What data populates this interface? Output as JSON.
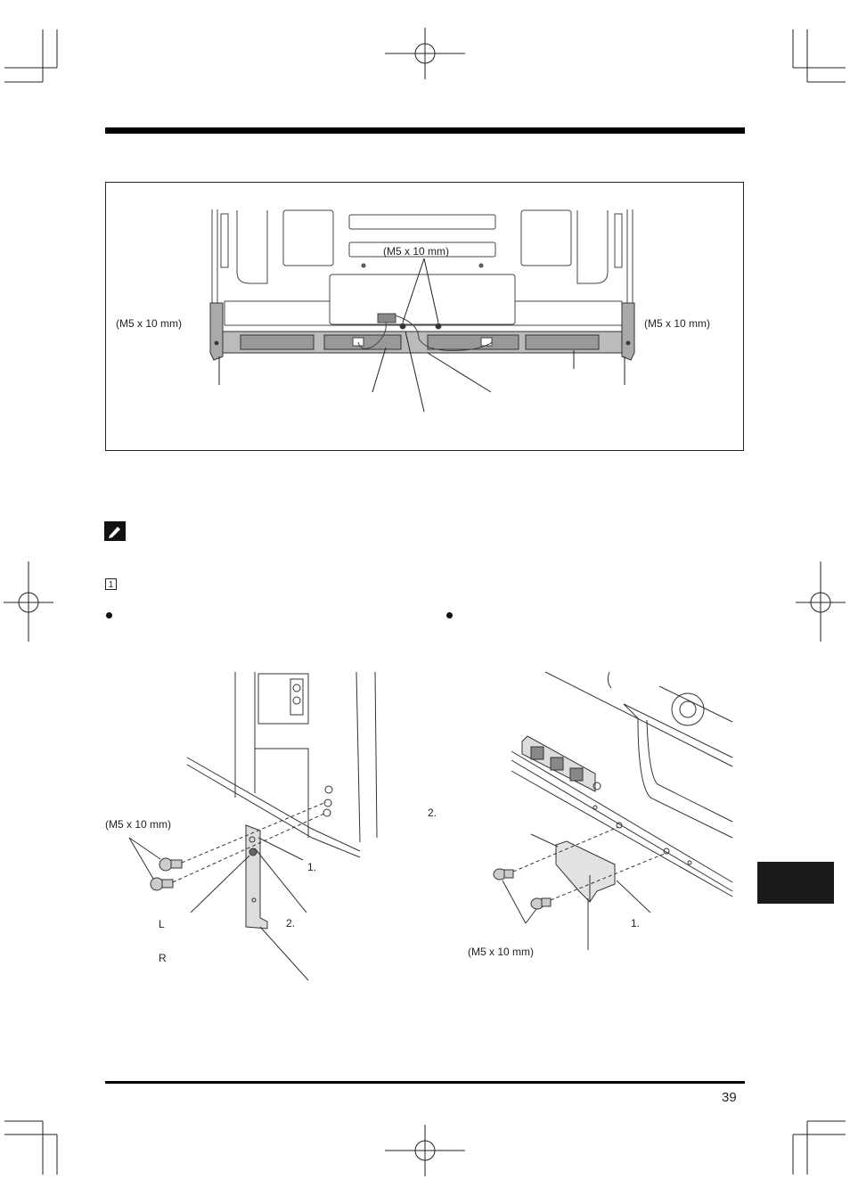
{
  "figure_top": {
    "screw_label_center": "(M5 x 10 mm)",
    "screw_label_left": "(M5 x 10 mm)",
    "screw_label_right": "(M5 x 10 mm)"
  },
  "step": {
    "number": "1"
  },
  "figure_left": {
    "screw_label": "(M5 x 10 mm)",
    "step1": "1.",
    "step2": "2.",
    "side_l": "L",
    "side_r": "R"
  },
  "figure_right": {
    "step2": "2.",
    "step1": "1.",
    "screw_label": "(M5 x 10 mm)"
  },
  "footer": {
    "page_number": "39"
  },
  "icons": {
    "note": "pencil-note-icon"
  }
}
